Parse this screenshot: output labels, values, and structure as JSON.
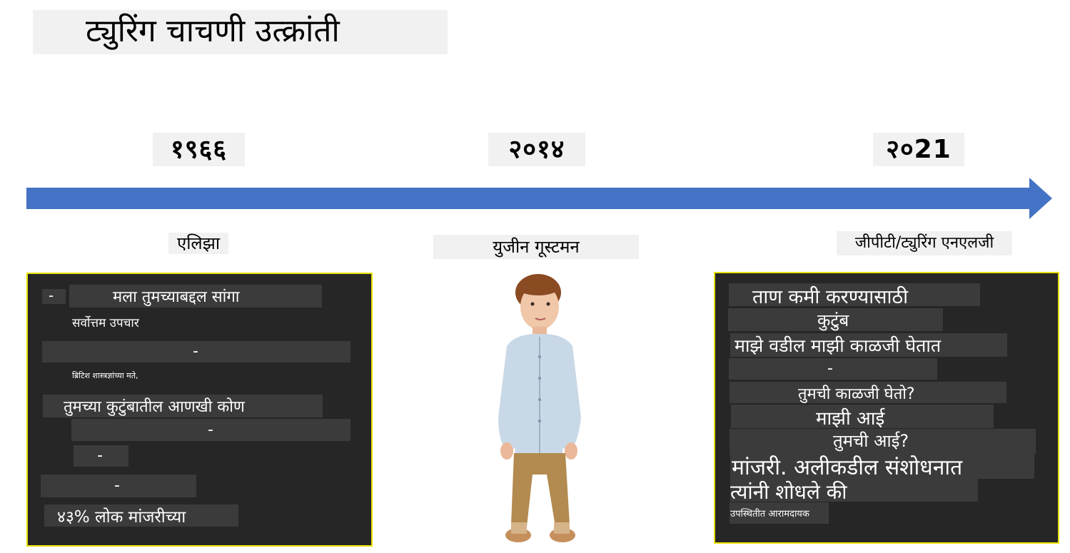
{
  "title": "ट्युरिंग चाचणी उत्क्रांती",
  "years": [
    "१९६६",
    "२०१४",
    "२०21"
  ],
  "labels": [
    "एलिझा",
    "युजीन गूस्टमन",
    "जीपीटी/ट्युरिंग एनएलजी"
  ],
  "colors": {
    "arrow": "#4472c4",
    "panel_bg": "#262626",
    "panel_border": "#e8e000",
    "strip": "#3b3b3b"
  },
  "eliza_panel": [
    "-",
    "मला तुमच्याबद्दल सांगा",
    "सर्वोत्तम उपचार",
    "-",
    "ब्रिटिश शास्त्रज्ञांच्या मते,",
    "तुमच्या कुटुंबातील आणखी कोण",
    "-",
    "-",
    "-",
    "४३% लोक मांजरीच्या"
  ],
  "gpt_panel": [
    "ताण कमी करण्यासाठी",
    "कुटुंब",
    "माझे वडील माझी काळजी घेतात",
    "-",
    "तुमची काळजी घेतो?",
    "माझी आई",
    "तुमची आई?",
    "मांजरी. अलीकडील संशोधनात",
    "त्यांनी शोधले की",
    "उपस्थितीत आरामदायक"
  ],
  "image": {
    "icon": "boy-photo-icon"
  }
}
